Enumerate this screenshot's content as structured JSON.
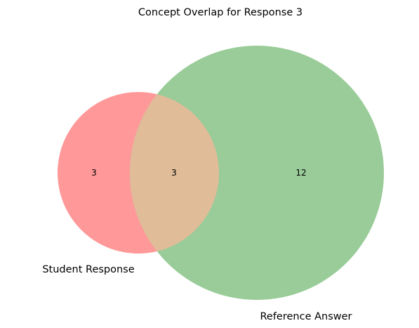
{
  "title": "Concept Overlap for Response 3",
  "sets": {
    "a": {
      "label": "Student Response",
      "color": "#ff9999"
    },
    "b": {
      "label": "Reference Answer",
      "color": "#99cc99"
    },
    "overlap_color": "#e0bc99"
  },
  "counts": {
    "only_a": "3",
    "both": "3",
    "only_b": "12"
  }
}
